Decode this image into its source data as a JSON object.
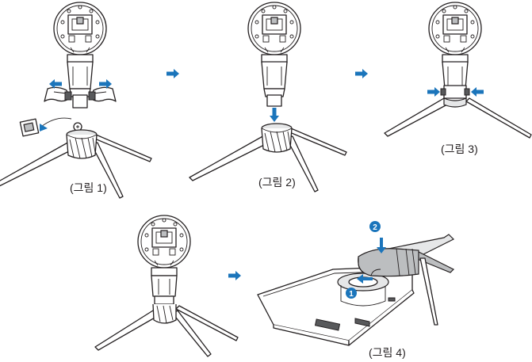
{
  "figures": [
    {
      "id": "fig1",
      "caption": "(그림 1)"
    },
    {
      "id": "fig2",
      "caption": "(그림 2)"
    },
    {
      "id": "fig3",
      "caption": "(그림 3)"
    },
    {
      "id": "fig4",
      "caption": "(그림 4)"
    }
  ],
  "callouts": {
    "step1": "1",
    "step2": "2"
  },
  "colors": {
    "arrow_blue": "#1b75bb",
    "line": "#231f20",
    "metal_light": "#e6e7e8",
    "metal_mid": "#bcbec0"
  }
}
